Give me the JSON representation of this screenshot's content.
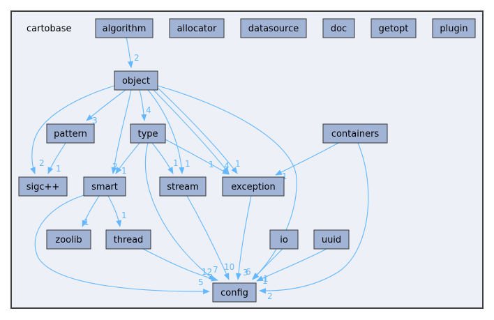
{
  "diagram": {
    "cluster_label": "cartobase",
    "colors": {
      "cluster_fill": "#edf0f7",
      "cluster_border": "#404040",
      "node_fill": "#a2b4d6",
      "node_border": "#333333",
      "edge": "#63b8ff"
    },
    "nodes": [
      {
        "id": "algorithm",
        "label": "algorithm"
      },
      {
        "id": "allocator",
        "label": "allocator"
      },
      {
        "id": "datasource",
        "label": "datasource"
      },
      {
        "id": "doc",
        "label": "doc"
      },
      {
        "id": "getopt",
        "label": "getopt"
      },
      {
        "id": "plugin",
        "label": "plugin"
      },
      {
        "id": "object",
        "label": "object"
      },
      {
        "id": "pattern",
        "label": "pattern"
      },
      {
        "id": "type",
        "label": "type"
      },
      {
        "id": "containers",
        "label": "containers"
      },
      {
        "id": "sigc",
        "label": "sigc++"
      },
      {
        "id": "smart",
        "label": "smart"
      },
      {
        "id": "stream",
        "label": "stream"
      },
      {
        "id": "exception",
        "label": "exception"
      },
      {
        "id": "zoolib",
        "label": "zoolib"
      },
      {
        "id": "thread",
        "label": "thread"
      },
      {
        "id": "io",
        "label": "io"
      },
      {
        "id": "uuid",
        "label": "uuid"
      },
      {
        "id": "config",
        "label": "config"
      }
    ],
    "edges": [
      {
        "from": "algorithm",
        "to": "object",
        "label": "2"
      },
      {
        "from": "object",
        "to": "pattern",
        "label": "3"
      },
      {
        "from": "object",
        "to": "type",
        "label": "4"
      },
      {
        "from": "object",
        "to": "sigc",
        "label": "2"
      },
      {
        "from": "object",
        "to": "smart",
        "label": "2"
      },
      {
        "from": "object",
        "to": "stream",
        "label": "1"
      },
      {
        "from": "object",
        "to": "exception",
        "label": "4"
      },
      {
        "from": "object",
        "to": "exception",
        "label": "1"
      },
      {
        "from": "object",
        "to": "config",
        "label": "6"
      },
      {
        "from": "pattern",
        "to": "sigc",
        "label": "1"
      },
      {
        "from": "type",
        "to": "smart",
        "label": "1"
      },
      {
        "from": "type",
        "to": "stream",
        "label": "1"
      },
      {
        "from": "type",
        "to": "exception",
        "label": "1"
      },
      {
        "from": "type",
        "to": "config",
        "label": "12"
      },
      {
        "from": "containers",
        "to": "exception",
        "label": "1"
      },
      {
        "from": "containers",
        "to": "config",
        "label": "2"
      },
      {
        "from": "smart",
        "to": "zoolib",
        "label": "1"
      },
      {
        "from": "smart",
        "to": "thread",
        "label": "1"
      },
      {
        "from": "smart",
        "to": "config",
        "label": "5"
      },
      {
        "from": "stream",
        "to": "config",
        "label": "10"
      },
      {
        "from": "exception",
        "to": "config",
        "label": "3"
      },
      {
        "from": "thread",
        "to": "config",
        "label": "7"
      },
      {
        "from": "io",
        "to": "config",
        "label": "1"
      },
      {
        "from": "uuid",
        "to": "config",
        "label": "1"
      }
    ]
  }
}
